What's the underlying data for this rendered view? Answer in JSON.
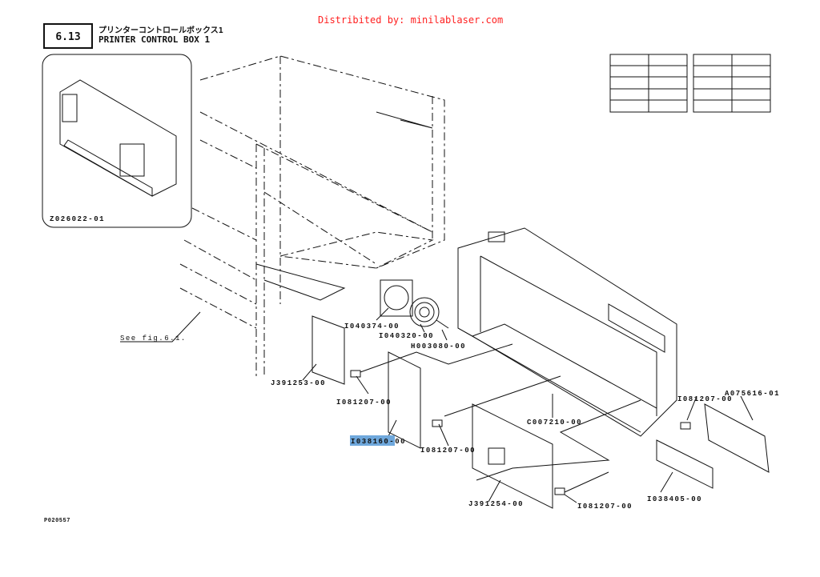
{
  "header": {
    "section_number": "6.13",
    "title_jp": "プリンターコントロールボックス1",
    "title_en": "PRINTER CONTROL BOX 1",
    "distributor": "Distribited by: minilablaser.com"
  },
  "inset": {
    "label": "Z026022-01"
  },
  "reference": {
    "see_fig": "See fig.6.1."
  },
  "footer": {
    "code": "P020557"
  },
  "parts": {
    "fan": "I040374-00",
    "fan_guard": "I040320-00",
    "screw": "H003080-00",
    "board_left": "J391253-00",
    "spacer_1": "I081207-00",
    "power_board": "I038160-00",
    "spacer_2": "I081207-00",
    "box": "C007210-00",
    "spacer_3": "I081207-00",
    "cover": "A075616-01",
    "main_board": "J391254-00",
    "spacer_4": "I081207-00",
    "relay_board": "I038405-00"
  },
  "colors": {
    "distributor": "#ff2020",
    "highlight": "#6fa8dc"
  }
}
